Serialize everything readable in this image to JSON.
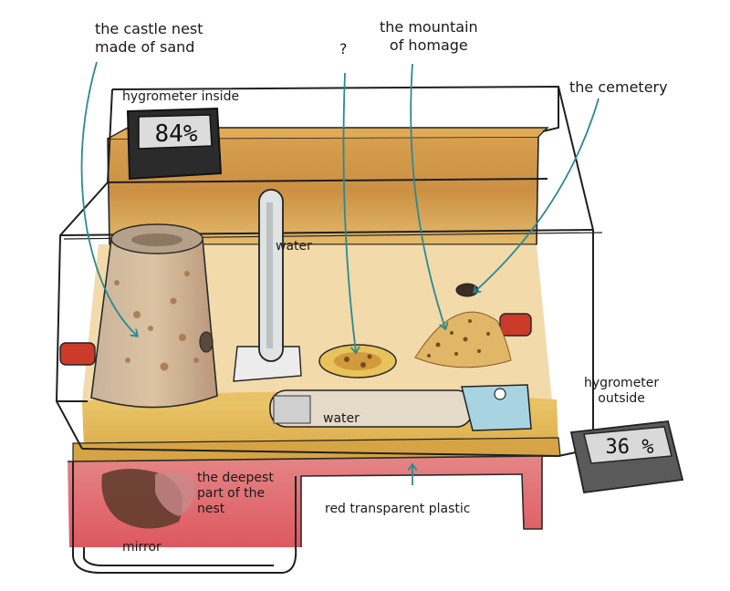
{
  "labels": {
    "castle_nest": [
      "the castle nest",
      "made of sand"
    ],
    "question": "?",
    "mountain": [
      "the mountain",
      "of homage"
    ],
    "cemetery": "the cemetery",
    "hygrometer_inside": "hygrometer inside",
    "hygrometer_inside_reading": "84%",
    "water_tube": "water",
    "water_lower": "water",
    "hygrometer_outside": [
      "hygrometer",
      "outside"
    ],
    "hygrometer_outside_reading": "36 %",
    "deepest_part": [
      "the deepest",
      "part of the",
      "nest"
    ],
    "red_plastic": "red transparent plastic",
    "mirror": "mirror"
  },
  "colors": {
    "arrow": "#2a8a92",
    "ink": "#1a1a1a",
    "sand": "#d9a64a",
    "floor": "#e6c267",
    "red_plastic": "#d9434a",
    "stopper": "#cc3a2a"
  }
}
